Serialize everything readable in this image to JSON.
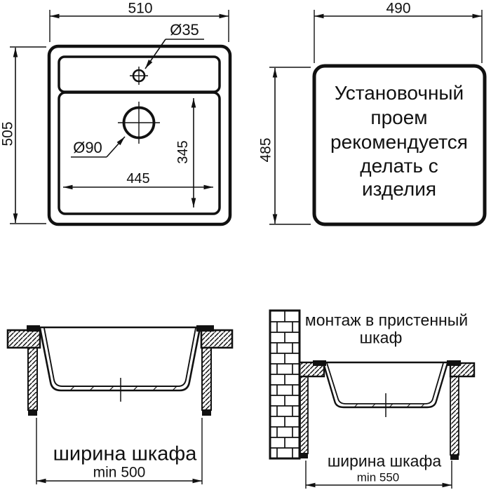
{
  "colors": {
    "ink": "#111111",
    "paper": "#ffffff"
  },
  "top_view": {
    "overall_width": "510",
    "overall_depth": "505",
    "faucet_hole_diameter": "Ø35",
    "drain_diameter": "Ø90",
    "bowl_width": "445",
    "bowl_depth": "345"
  },
  "cutout_view": {
    "width": "490",
    "height": "485",
    "note_lines": [
      "Установочный",
      "проем",
      "рекомендуется",
      "делать с",
      "изделия"
    ]
  },
  "section_standard": {
    "cabinet_width_label": "ширина шкафа",
    "cabinet_width_min": "min 500"
  },
  "section_wall_mount": {
    "title_lines": [
      "монтаж в пристенный",
      "шкаф"
    ],
    "cabinet_width_label": "ширина шкафа",
    "cabinet_width_min": "min 550"
  }
}
